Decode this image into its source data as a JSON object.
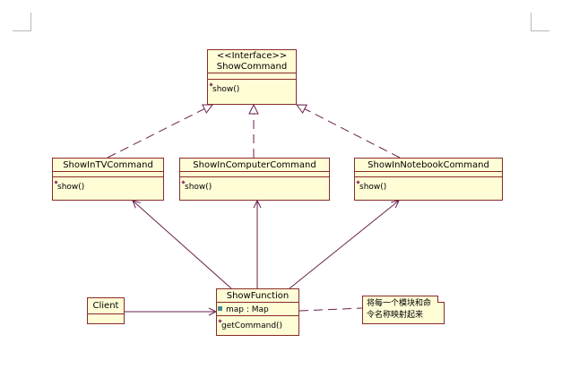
{
  "interface": {
    "stereotype": "<<Interface>>",
    "name": "ShowCommand",
    "operation": "show()"
  },
  "commands": [
    {
      "name": "ShowInTVCommand",
      "operation": "show()"
    },
    {
      "name": "ShowInComputerCommand",
      "operation": "show()"
    },
    {
      "name": "ShowInNotebookCommand",
      "operation": "show()"
    }
  ],
  "function": {
    "name": "ShowFunction",
    "attribute": "map : Map",
    "operation": "getCommand()"
  },
  "client": {
    "name": "Client"
  },
  "note": {
    "line1": "将每一个模块和命",
    "line2": "令名称映射起来"
  },
  "colors": {
    "box_fill": "#fffdd6",
    "box_border": "#8a2a2a",
    "line": "#6b1f4e"
  }
}
